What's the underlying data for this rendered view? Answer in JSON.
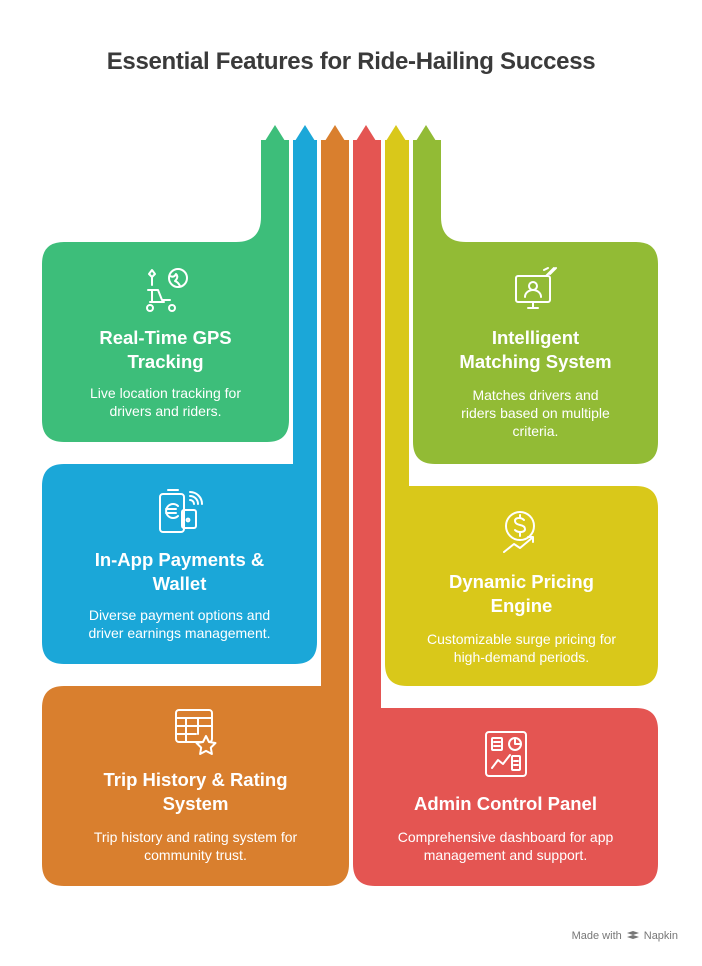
{
  "title": "Essential Features for Ride-Hailing Success",
  "colors": {
    "green": "#3dbe7a",
    "blue": "#1ba7d8",
    "orange": "#d97f2e",
    "red": "#e45552",
    "yellow": "#d9c81a",
    "lime": "#92bb35"
  },
  "features": [
    {
      "title_line1": "Real-Time GPS",
      "title_line2": "Tracking",
      "desc_line1": "Live location tracking for",
      "desc_line2": "drivers and riders.",
      "desc_line3": "",
      "icon": "gps-tracking-icon"
    },
    {
      "title_line1": "In-App Payments &",
      "title_line2": "Wallet",
      "desc_line1": "Diverse payment options and",
      "desc_line2": "driver earnings management.",
      "desc_line3": "",
      "icon": "wallet-payment-icon"
    },
    {
      "title_line1": "Trip History & Rating",
      "title_line2": "System",
      "desc_line1": "Trip history and rating system for",
      "desc_line2": "community trust.",
      "desc_line3": "",
      "icon": "table-star-icon"
    },
    {
      "title_line1": "Intelligent",
      "title_line2": "Matching System",
      "desc_line1": "Matches drivers and",
      "desc_line2": "riders based on multiple",
      "desc_line3": "criteria.",
      "icon": "monitor-user-icon"
    },
    {
      "title_line1": "Dynamic Pricing",
      "title_line2": "Engine",
      "desc_line1": "Customizable surge pricing for",
      "desc_line2": "high-demand periods.",
      "desc_line3": "",
      "icon": "dollar-trend-icon"
    },
    {
      "title_line1": "Admin Control Panel",
      "title_line2": "",
      "desc_line1": "Comprehensive dashboard for app",
      "desc_line2": "management and support.",
      "desc_line3": "",
      "icon": "dashboard-icon"
    }
  ],
  "footer": {
    "made_with": "Made with",
    "brand": "Napkin"
  }
}
